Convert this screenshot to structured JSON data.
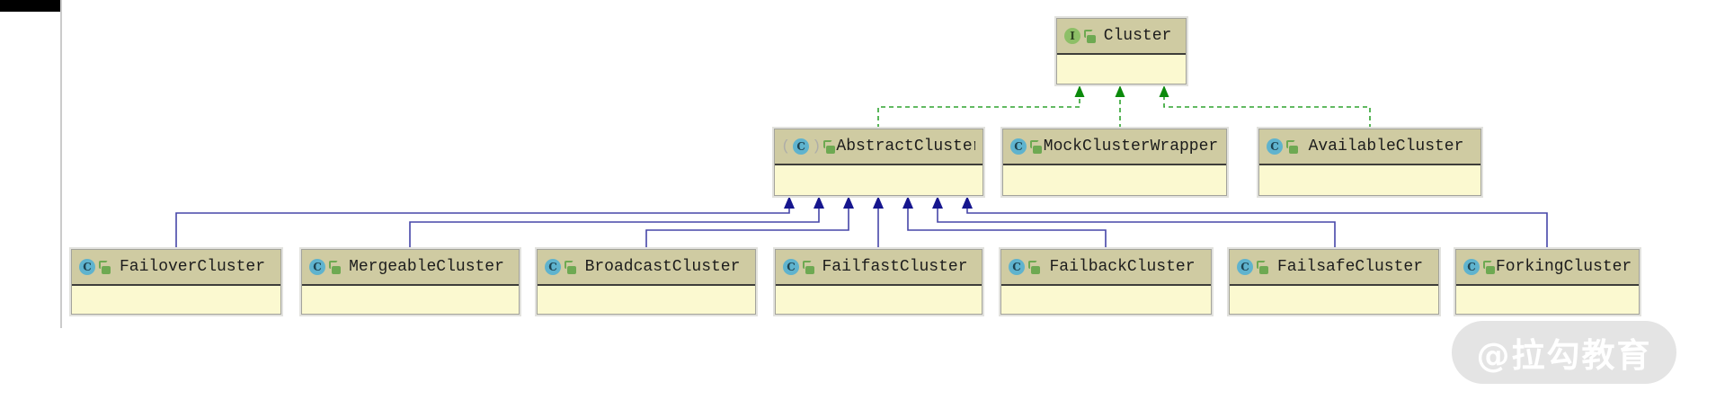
{
  "diagram": {
    "nodes": [
      {
        "id": "cluster",
        "label": "Cluster",
        "kind": "interface"
      },
      {
        "id": "abstract-cluster",
        "label": "AbstractCluster",
        "kind": "abstract-class"
      },
      {
        "id": "mock-cluster-wrapper",
        "label": "MockClusterWrapper",
        "kind": "class"
      },
      {
        "id": "available-cluster",
        "label": "AvailableCluster",
        "kind": "class"
      },
      {
        "id": "failover-cluster",
        "label": "FailoverCluster",
        "kind": "class"
      },
      {
        "id": "mergeable-cluster",
        "label": "MergeableCluster",
        "kind": "class"
      },
      {
        "id": "broadcast-cluster",
        "label": "BroadcastCluster",
        "kind": "class"
      },
      {
        "id": "failfast-cluster",
        "label": "FailfastCluster",
        "kind": "class"
      },
      {
        "id": "failback-cluster",
        "label": "FailbackCluster",
        "kind": "class"
      },
      {
        "id": "failsafe-cluster",
        "label": "FailsafeCluster",
        "kind": "class"
      },
      {
        "id": "forking-cluster",
        "label": "ForkingCluster",
        "kind": "class"
      }
    ],
    "edges": [
      {
        "from": "AbstractCluster",
        "to": "Cluster",
        "type": "implements"
      },
      {
        "from": "MockClusterWrapper",
        "to": "Cluster",
        "type": "implements"
      },
      {
        "from": "AvailableCluster",
        "to": "Cluster",
        "type": "implements"
      },
      {
        "from": "FailoverCluster",
        "to": "AbstractCluster",
        "type": "extends"
      },
      {
        "from": "MergeableCluster",
        "to": "AbstractCluster",
        "type": "extends"
      },
      {
        "from": "BroadcastCluster",
        "to": "AbstractCluster",
        "type": "extends"
      },
      {
        "from": "FailfastCluster",
        "to": "AbstractCluster",
        "type": "extends"
      },
      {
        "from": "FailbackCluster",
        "to": "AbstractCluster",
        "type": "extends"
      },
      {
        "from": "FailsafeCluster",
        "to": "AbstractCluster",
        "type": "extends"
      },
      {
        "from": "ForkingCluster",
        "to": "AbstractCluster",
        "type": "extends"
      }
    ],
    "colors": {
      "node_header": "#cfcba2",
      "node_body": "#fbf9d0",
      "edge_implements": "#2fa32f",
      "edge_implements_arrow": "#0b8a0b",
      "edge_extends": "#4646a8",
      "edge_extends_arrow": "#16168e",
      "icon_interface": "#8dbf67",
      "icon_class": "#5fb3ce",
      "icon_lock": "#6ea952"
    }
  },
  "icons": {
    "interface_letter": "I",
    "class_letter": "C",
    "abstract_paren_open": "(",
    "abstract_paren_close": ")"
  },
  "watermark": {
    "text": "@拉勾教育"
  }
}
